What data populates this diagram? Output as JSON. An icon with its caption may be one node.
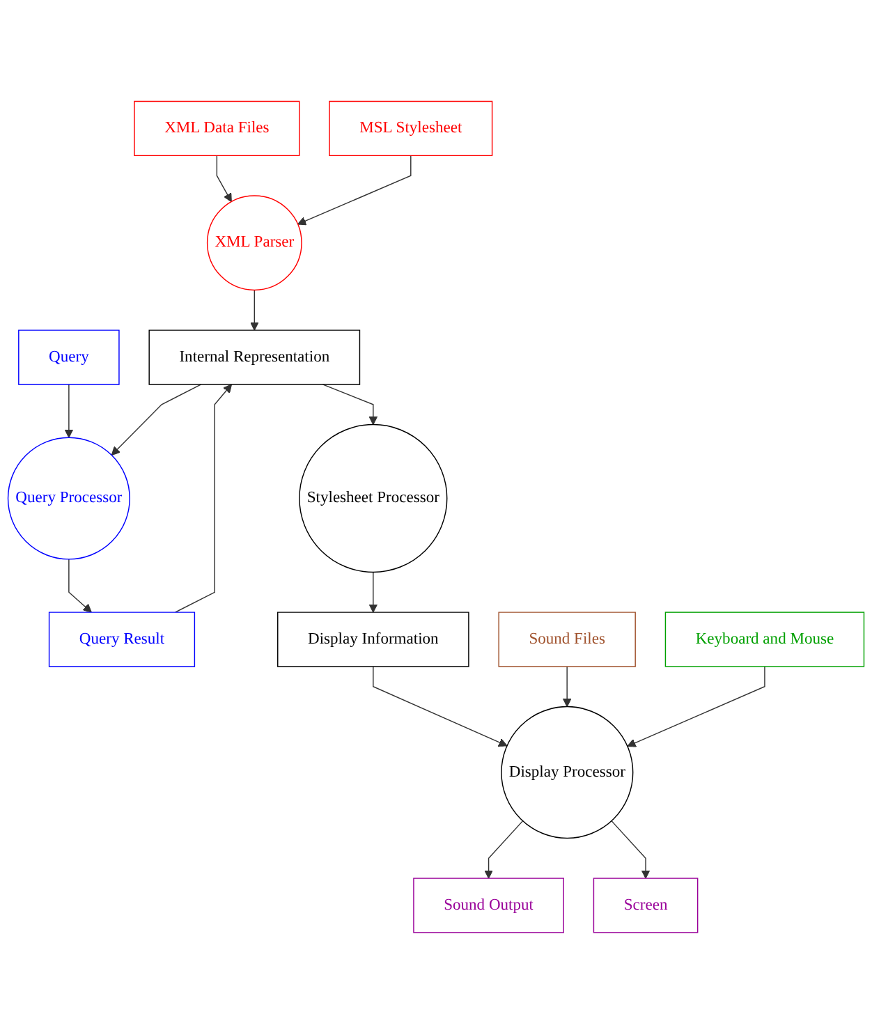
{
  "diagram": {
    "nodes": [
      {
        "text": [
          "XML Data Files"
        ]
      },
      {
        "text": [
          "MSL Stylesheet"
        ]
      },
      {
        "text": [
          "XML Parser"
        ]
      },
      {
        "text": [
          "Query"
        ]
      },
      {
        "text": [
          "Query Processor"
        ]
      },
      {
        "text": [
          "Internal Representation"
        ]
      },
      {
        "text": [
          "Query Result"
        ]
      },
      {
        "text": [
          "Stylesheet Processor"
        ]
      },
      {
        "text": [
          "Display Information"
        ]
      },
      {
        "text": [
          "Sound Files"
        ]
      },
      {
        "text": [
          "Display Processor"
        ]
      },
      {
        "text": [
          "Keyboard and Mouse"
        ]
      },
      {
        "text": [
          "Sound Output"
        ]
      },
      {
        "text": [
          "Screen"
        ]
      }
    ],
    "edges": [
      {
        "from": 0,
        "to": 2,
        "arrow": "to"
      },
      {
        "from": 1,
        "to": 2,
        "arrow": "to"
      },
      {
        "from": 2,
        "to": 5,
        "arrow": "to"
      },
      {
        "from": 3,
        "to": 4,
        "arrow": "to"
      },
      {
        "from": 5,
        "to": 4,
        "arrow": "to"
      },
      {
        "from": 4,
        "to": 6,
        "arrow": "to"
      },
      {
        "from": 6,
        "to": 5,
        "arrow": "to"
      },
      {
        "from": 5,
        "to": 7,
        "arrow": "to"
      },
      {
        "from": 7,
        "to": 8,
        "arrow": "to"
      },
      {
        "from": 8,
        "to": 10,
        "arrow": "to"
      },
      {
        "from": 9,
        "to": 10,
        "arrow": "to"
      },
      {
        "from": 11,
        "to": 10,
        "arrow": "to"
      },
      {
        "from": 10,
        "to": 12,
        "arrow": "to"
      },
      {
        "from": 10,
        "to": 13,
        "arrow": "to"
      }
    ]
  }
}
